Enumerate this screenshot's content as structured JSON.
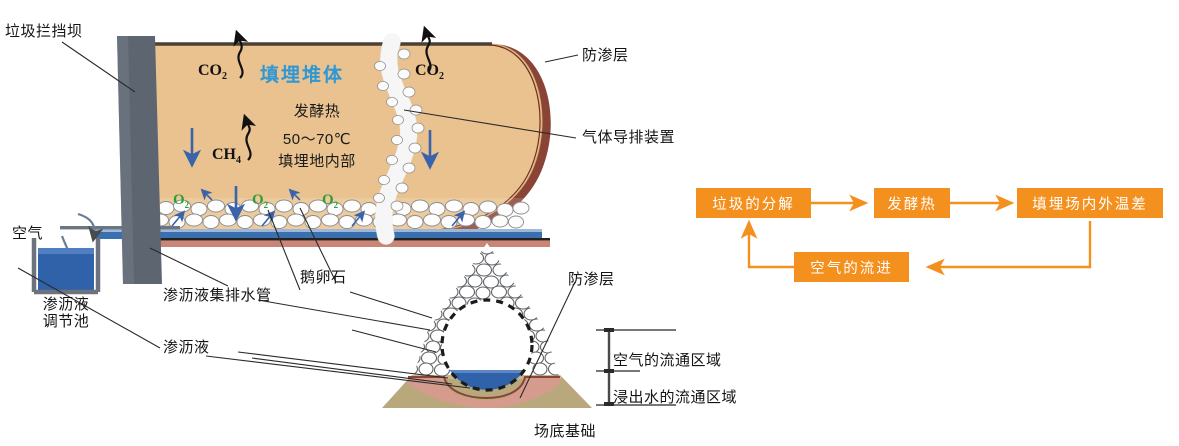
{
  "diagram": {
    "title_labels": {
      "dam": "垃圾拦挡坝",
      "liner_top": "防渗层",
      "gas_vent": "气体导排装置",
      "air": "空气",
      "leachate_pond": "渗沥液\n调节池",
      "leachate_pond_l1": "渗沥液",
      "leachate_pond_l2": "调节池",
      "drain_pipe": "渗沥液集排水管",
      "leachate": "渗沥液",
      "cobble": "鹅卵石",
      "liner_detail": "防渗层",
      "air_zone": "空气的流通区域",
      "leachate_zone": "浸出水的流通区域",
      "base": "场底基础"
    },
    "body": {
      "fill_body": "填埋堆体",
      "fermentation_heat": "发酵热",
      "temperature": "50～70℃",
      "interior": "填埋地内部"
    },
    "gases": {
      "co2_left": "CO",
      "co2_left_sub": "2",
      "co2_right": "CO",
      "co2_right_sub": "2",
      "ch4": "CH",
      "ch4_sub": "4",
      "o2_1": "O",
      "o2_2": "O",
      "o2_3": "O",
      "o2_sub": "2"
    }
  },
  "flowchart": {
    "nodes": [
      {
        "id": "decomposition",
        "label": "垃圾的分解"
      },
      {
        "id": "fermentation-heat",
        "label": "发酵热"
      },
      {
        "id": "temperature-difference",
        "label": "填埋场内外温差"
      },
      {
        "id": "air-inflow",
        "label": "空气的流进"
      }
    ]
  },
  "colors": {
    "waste_fill": "#e9c28f",
    "liner_brown": "#8a4436",
    "dam_gray": "#5d6670",
    "flow_orange": "#f4901e",
    "water_blue": "#2f62a8",
    "pipe_blue": "#3a6fb0",
    "o2_green": "#2f9e35",
    "title_blue": "#2e97d4",
    "soil_khaki": "#b8a87c",
    "liner_pink": "#d59c8e"
  }
}
